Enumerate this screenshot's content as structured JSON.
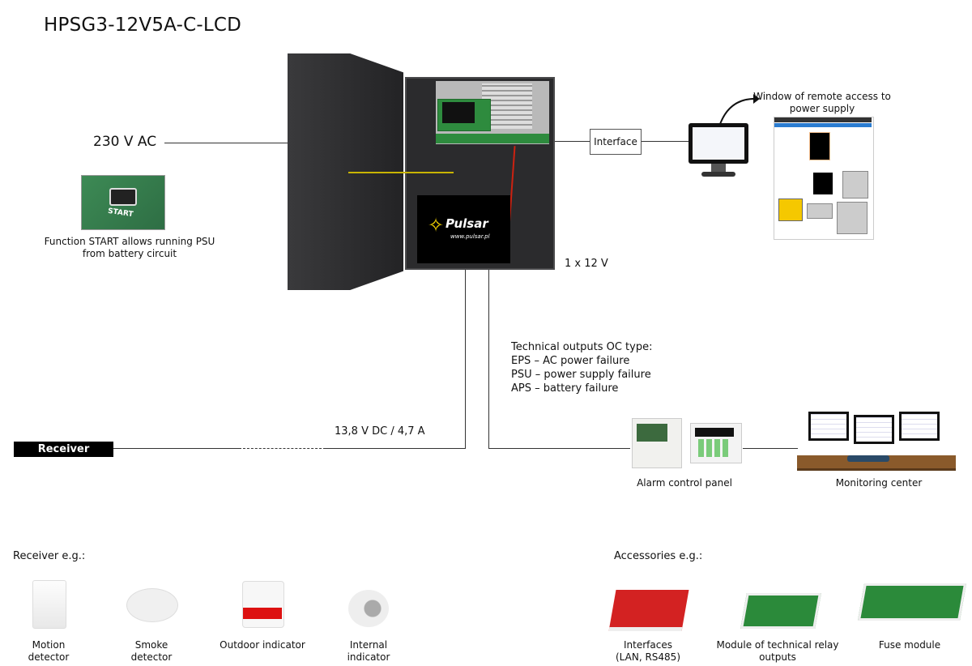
{
  "title": "HPSG3-12V5A-C-LCD",
  "power_input": {
    "label": "230 V AC"
  },
  "start_feature": {
    "caption_line1": "Function START allows running PSU",
    "caption_line2": "from battery circuit",
    "button_text": "START"
  },
  "battery": {
    "label": "1 x 12 V",
    "brand": "Pulsar",
    "url": "www.pulsar.pl"
  },
  "interface": {
    "label": "Interface"
  },
  "remote_access": {
    "caption_line1": "Window of remote access to",
    "caption_line2": "power supply"
  },
  "technical_outputs": {
    "heading": "Technical outputs OC type:",
    "items": [
      "EPS – AC power failure",
      "PSU – power supply failure",
      "APS – battery failure"
    ]
  },
  "output": {
    "label": "13,8 V DC / 4,7 A"
  },
  "receiver": {
    "label": "Receiver"
  },
  "alarm_panel": {
    "label": "Alarm control panel"
  },
  "monitoring": {
    "label": "Monitoring center"
  },
  "receivers_section": {
    "heading": "Receiver e.g.:",
    "items": [
      {
        "line1": "Motion",
        "line2": "detector"
      },
      {
        "line1": "Smoke",
        "line2": "detector"
      },
      {
        "line1": "Outdoor indicator",
        "line2": ""
      },
      {
        "line1": "Internal",
        "line2": "indicator"
      }
    ]
  },
  "accessories_section": {
    "heading": "Accessories e.g.:",
    "items": [
      {
        "line1": "Interfaces",
        "line2": "(LAN, RS485)"
      },
      {
        "line1": "Module of technical relay",
        "line2": "outputs"
      },
      {
        "line1": "Fuse module",
        "line2": ""
      }
    ]
  },
  "colors": {
    "accent_yellow": "#f5c800",
    "receiver_box": "#000000",
    "web_bar": "#2b7cd0"
  }
}
